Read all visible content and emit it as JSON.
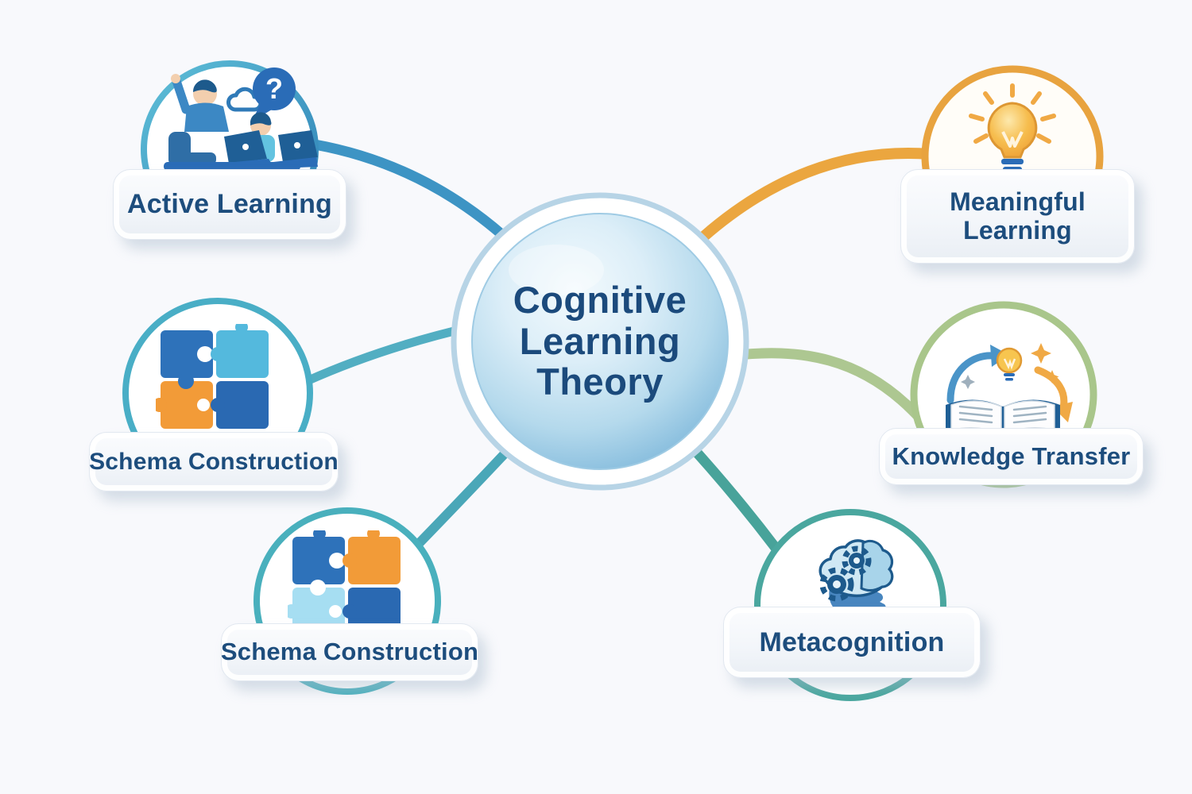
{
  "background": "#f8f9fc",
  "center": {
    "line1": "Cognitive",
    "line2": "Learning",
    "line3": "Theory",
    "text_color": "#1b4a7c",
    "sphere_color": "#9ccbe5",
    "ring_color": "#b7d4e6"
  },
  "label_text_color": "#1d4d7d",
  "nodes": {
    "active": {
      "label": "Active Learning",
      "ring": "#3d9cc8",
      "connector": "#3d94c4",
      "icon": "students-laptops-question-icon"
    },
    "meaningful": {
      "label": "Meaningful Learning",
      "ring": "#e8a33f",
      "connector": "#eba63f",
      "icon": "lightbulb-icon"
    },
    "schema_left": {
      "label": "Schema Construction",
      "ring": "#49aec6",
      "connector": "#52aec2",
      "icon": "puzzle-pieces-icon"
    },
    "knowledge": {
      "label": "Knowledge Transfer",
      "ring": "#a9c68b",
      "connector": "#adc791",
      "icon": "book-lightbulb-arrows-icon"
    },
    "schema_bottom": {
      "label": "Schema Construction",
      "ring": "#49b0bd",
      "connector": "#4aa7b8",
      "icon": "puzzle-pieces-icon"
    },
    "metacognition": {
      "label": "Metacognition",
      "ring": "#4aa79f",
      "connector": "#48a39a",
      "icon": "brain-gears-head-icon"
    }
  },
  "glyphs": {
    "question_mark": "?"
  }
}
